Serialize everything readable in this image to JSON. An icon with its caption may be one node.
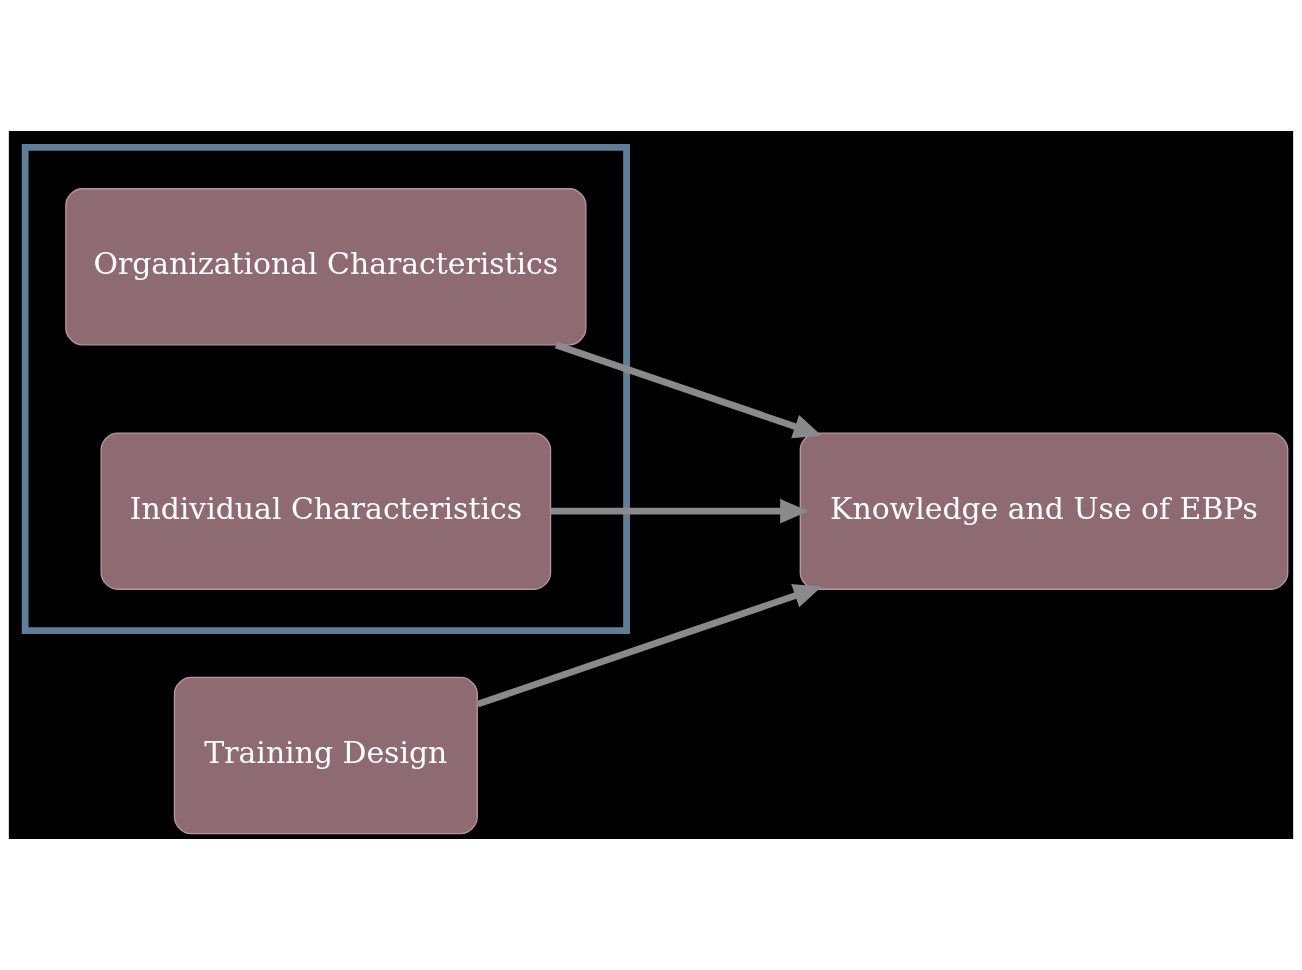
{
  "diagram": {
    "nodes": [
      {
        "text": [],
        "shape": "box"
      },
      {
        "text": [
          "Organizational Characteristics"
        ],
        "in": 0
      },
      {
        "text": [
          "Individual Characteristics"
        ],
        "in": 0
      },
      {
        "text": [
          "Training Design"
        ]
      },
      {
        "text": [
          "Knowledge and Use of EBPs"
        ]
      }
    ],
    "edges": [
      {
        "from": 1,
        "to": 4,
        "arrow": "to"
      },
      {
        "from": 2,
        "to": 4,
        "arrow": "to"
      },
      {
        "from": 3,
        "to": 4,
        "arrow": "to"
      }
    ]
  }
}
